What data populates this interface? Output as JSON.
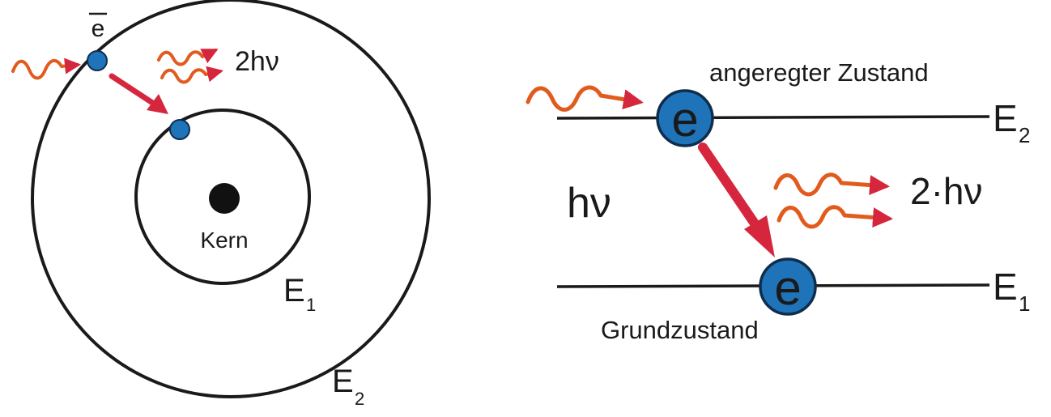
{
  "colors": {
    "line": "#1a1a1a",
    "electron": "#1f74b9",
    "electron_stroke": "#0f2d4d",
    "nucleus": "#111111",
    "photon_wave": "#e25b1e",
    "transition_arrow": "#d6263d"
  },
  "left": {
    "electron_label": "e",
    "photon_label": "2hν",
    "nucleus_label": "Kern",
    "inner_orbit": {
      "letter": "E",
      "sub": "1"
    },
    "outer_orbit": {
      "letter": "E",
      "sub": "2"
    }
  },
  "right": {
    "excited_label": "angeregter Zustand",
    "ground_label": "Grundzustand",
    "incoming_photon": "hν",
    "emitted_photons": "2·hν",
    "electron_glyph_upper": "e",
    "electron_glyph_lower": "e",
    "upper_level": {
      "letter": "E",
      "sub": "2"
    },
    "lower_level": {
      "letter": "E",
      "sub": "1"
    }
  }
}
